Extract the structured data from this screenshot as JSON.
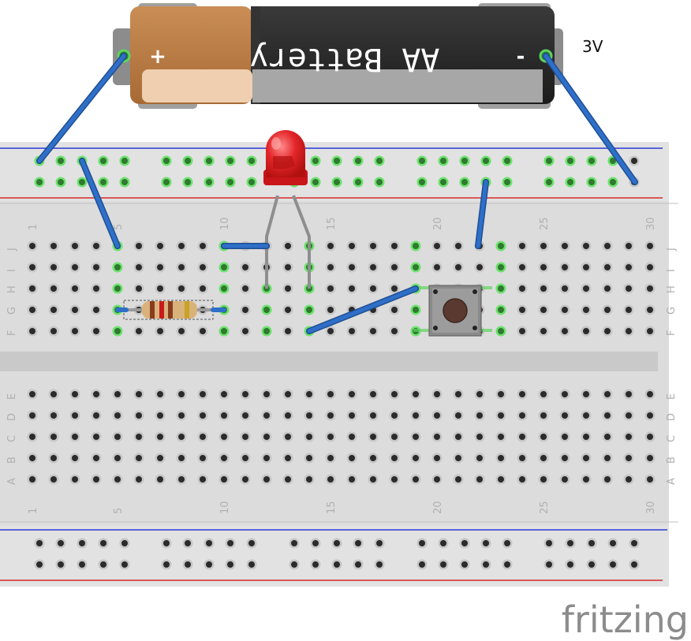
{
  "battery": {
    "label": "AA Battery",
    "plus": "+",
    "minus": "-",
    "voltage": "3V"
  },
  "breadboard": {
    "column_numbers": [
      "1",
      "5",
      "10",
      "15",
      "20",
      "25",
      "30"
    ],
    "top_row_letters": [
      "J",
      "I",
      "H",
      "G",
      "F"
    ],
    "bottom_row_letters": [
      "E",
      "D",
      "C",
      "B",
      "A"
    ]
  },
  "brand": {
    "name": "fritzing"
  },
  "colors": {
    "wire": "#2f6fc8",
    "led": "#e3262a",
    "rail_blue": "#2b3bd6",
    "rail_red": "#d62b2b",
    "board": "#d9d9d9",
    "highlight": "#5fd35f"
  }
}
